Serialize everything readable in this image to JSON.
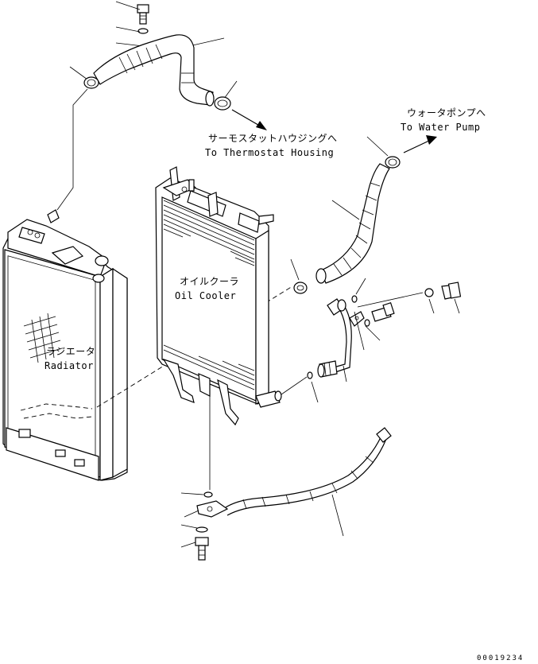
{
  "labels": {
    "thermostat_jp": "サーモスタットハウジングへ",
    "thermostat_en": "To Thermostat Housing",
    "water_pump_jp": "ウォータポンプへ",
    "water_pump_en": "To Water Pump",
    "oil_cooler_jp": "オイルクーラ",
    "oil_cooler_en": "Oil Cooler",
    "radiator_jp": "ラジエータ",
    "radiator_en": "Radiator"
  },
  "drawing_code": "00019234"
}
